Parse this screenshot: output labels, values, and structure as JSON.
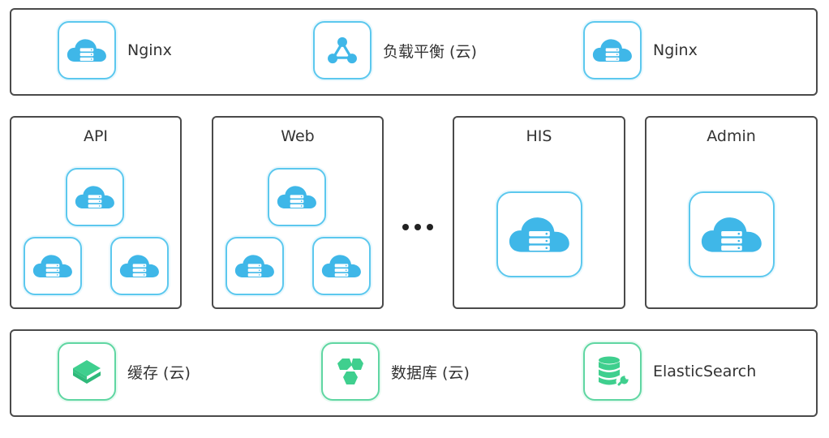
{
  "top": {
    "items": [
      {
        "label": "Nginx",
        "icon": "cloud-server-icon"
      },
      {
        "label": "负载平衡 (云)",
        "icon": "network-share-icon"
      },
      {
        "label": "Nginx",
        "icon": "cloud-server-icon"
      }
    ]
  },
  "services": [
    {
      "title": "API",
      "icon": "cloud-server-icon"
    },
    {
      "title": "Web",
      "icon": "cloud-server-icon"
    },
    {
      "title": "HIS",
      "icon": "cloud-server-icon"
    },
    {
      "title": "Admin",
      "icon": "cloud-server-icon"
    }
  ],
  "bottom": {
    "items": [
      {
        "label": "缓存 (云)",
        "icon": "layers-icon"
      },
      {
        "label": "数据库 (云)",
        "icon": "cubes-icon"
      },
      {
        "label": "ElasticSearch",
        "icon": "database-wrench-icon"
      }
    ]
  },
  "colors": {
    "cloud": "#3fb7e8",
    "tile_border": "#5cc8ee",
    "green": "#3fcf8e",
    "frame": "#4a4a4a"
  }
}
